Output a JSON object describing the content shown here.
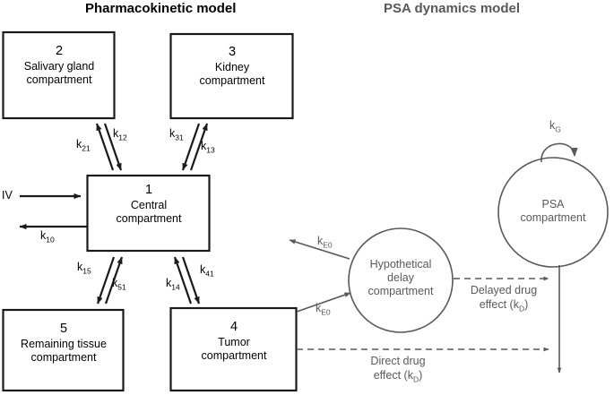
{
  "titles": {
    "pk": "Pharmacokinetic model",
    "psa": "PSA dynamics model"
  },
  "colors": {
    "pk_stroke": "#1a1a1a",
    "psa_stroke": "#595959",
    "pk_text": "#000000",
    "psa_text": "#595959",
    "background": "#ffffff"
  },
  "compartments": [
    {
      "id": 1,
      "number": "1",
      "name": "Central",
      "name2": "compartment",
      "shape": "box"
    },
    {
      "id": 2,
      "number": "2",
      "name": "Salivary gland",
      "name2": "compartment",
      "shape": "box"
    },
    {
      "id": 3,
      "number": "3",
      "name": "Kidney",
      "name2": "compartment",
      "shape": "box"
    },
    {
      "id": 4,
      "number": "4",
      "name": "Tumor",
      "name2": "compartment",
      "shape": "box"
    },
    {
      "id": 5,
      "number": "5",
      "name": "Remaining tissue",
      "name2": "compartment",
      "shape": "box"
    }
  ],
  "circles": [
    {
      "id": "delay",
      "line1": "Hypothetical",
      "line2": "delay",
      "line3": "compartment"
    },
    {
      "id": "psa",
      "line1": "PSA",
      "line2": "compartment",
      "line3": ""
    }
  ],
  "rate_constants": {
    "k12": {
      "base": "k",
      "sub": "12"
    },
    "k21": {
      "base": "k",
      "sub": "21"
    },
    "k13": {
      "base": "k",
      "sub": "13"
    },
    "k31": {
      "base": "k",
      "sub": "31"
    },
    "k14": {
      "base": "k",
      "sub": "14"
    },
    "k41": {
      "base": "k",
      "sub": "41"
    },
    "k15": {
      "base": "k",
      "sub": "15"
    },
    "k51": {
      "base": "k",
      "sub": "51"
    },
    "k10": {
      "base": "k",
      "sub": "10"
    },
    "ke0_top": {
      "base": "k",
      "sub": "E0"
    },
    "ke0_bottom": {
      "base": "k",
      "sub": "E0"
    },
    "kG": {
      "base": "k",
      "sub": "G"
    }
  },
  "input_label": "IV",
  "effects": {
    "delayed": {
      "line1": "Delayed drug",
      "line2_pre": "effect (k",
      "line2_sub": "D",
      "line2_post": ")"
    },
    "direct": {
      "line1": "Direct drug",
      "line2_pre": "effect (k",
      "line2_sub": "D",
      "line2_post": ")"
    }
  }
}
